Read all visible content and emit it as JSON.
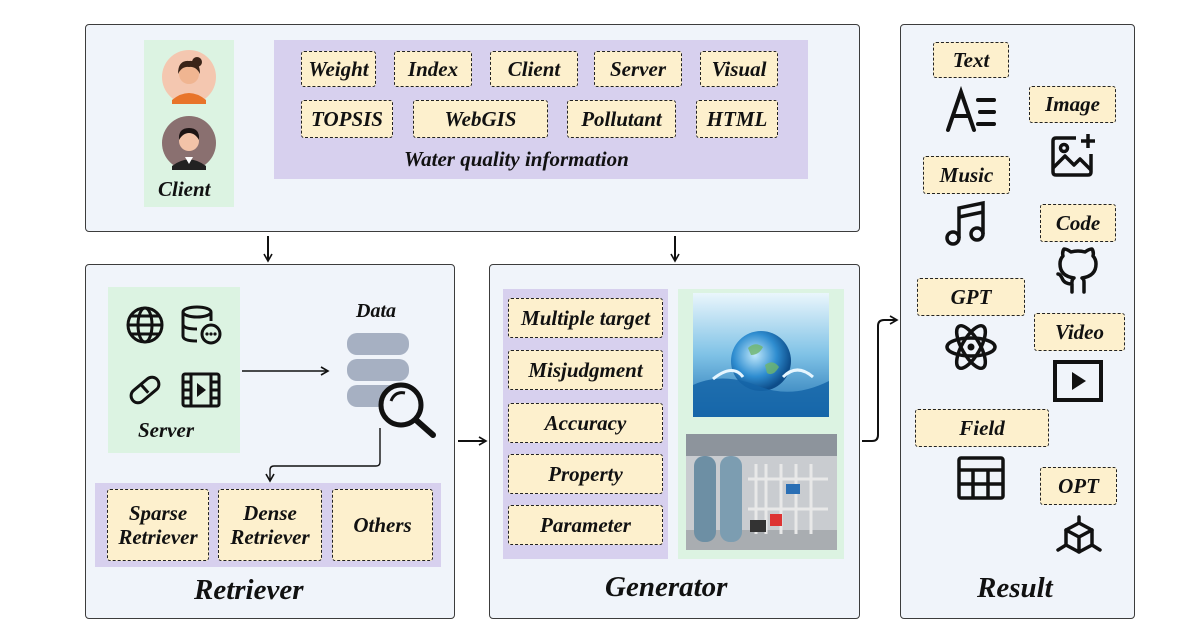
{
  "client": {
    "label": "Client",
    "tags": [
      "Weight",
      "Index",
      "Client",
      "Server",
      "Visual",
      "TOPSIS",
      "WebGIS",
      "Pollutant",
      "HTML"
    ],
    "caption": "Water quality information"
  },
  "retriever": {
    "server_label": "Server",
    "data_label": "Data",
    "retrievers": [
      "Sparse Retriever",
      "Dense Retriever",
      "Others"
    ],
    "title": "Retriever"
  },
  "generator": {
    "tags": [
      "Multiple target",
      "Misjudgment",
      "Accuracy",
      "Property",
      "Parameter"
    ],
    "title": "Generator"
  },
  "result": {
    "items": [
      "Text",
      "Image",
      "Music",
      "Code",
      "GPT",
      "Video",
      "Field",
      "OPT"
    ],
    "title": "Result"
  },
  "colors": {
    "panel_bg": "#f0f4fa",
    "purple_bg": "#d7d0ee",
    "green_bg": "#dcf3e2",
    "tag_bg": "#fdf0cd"
  }
}
